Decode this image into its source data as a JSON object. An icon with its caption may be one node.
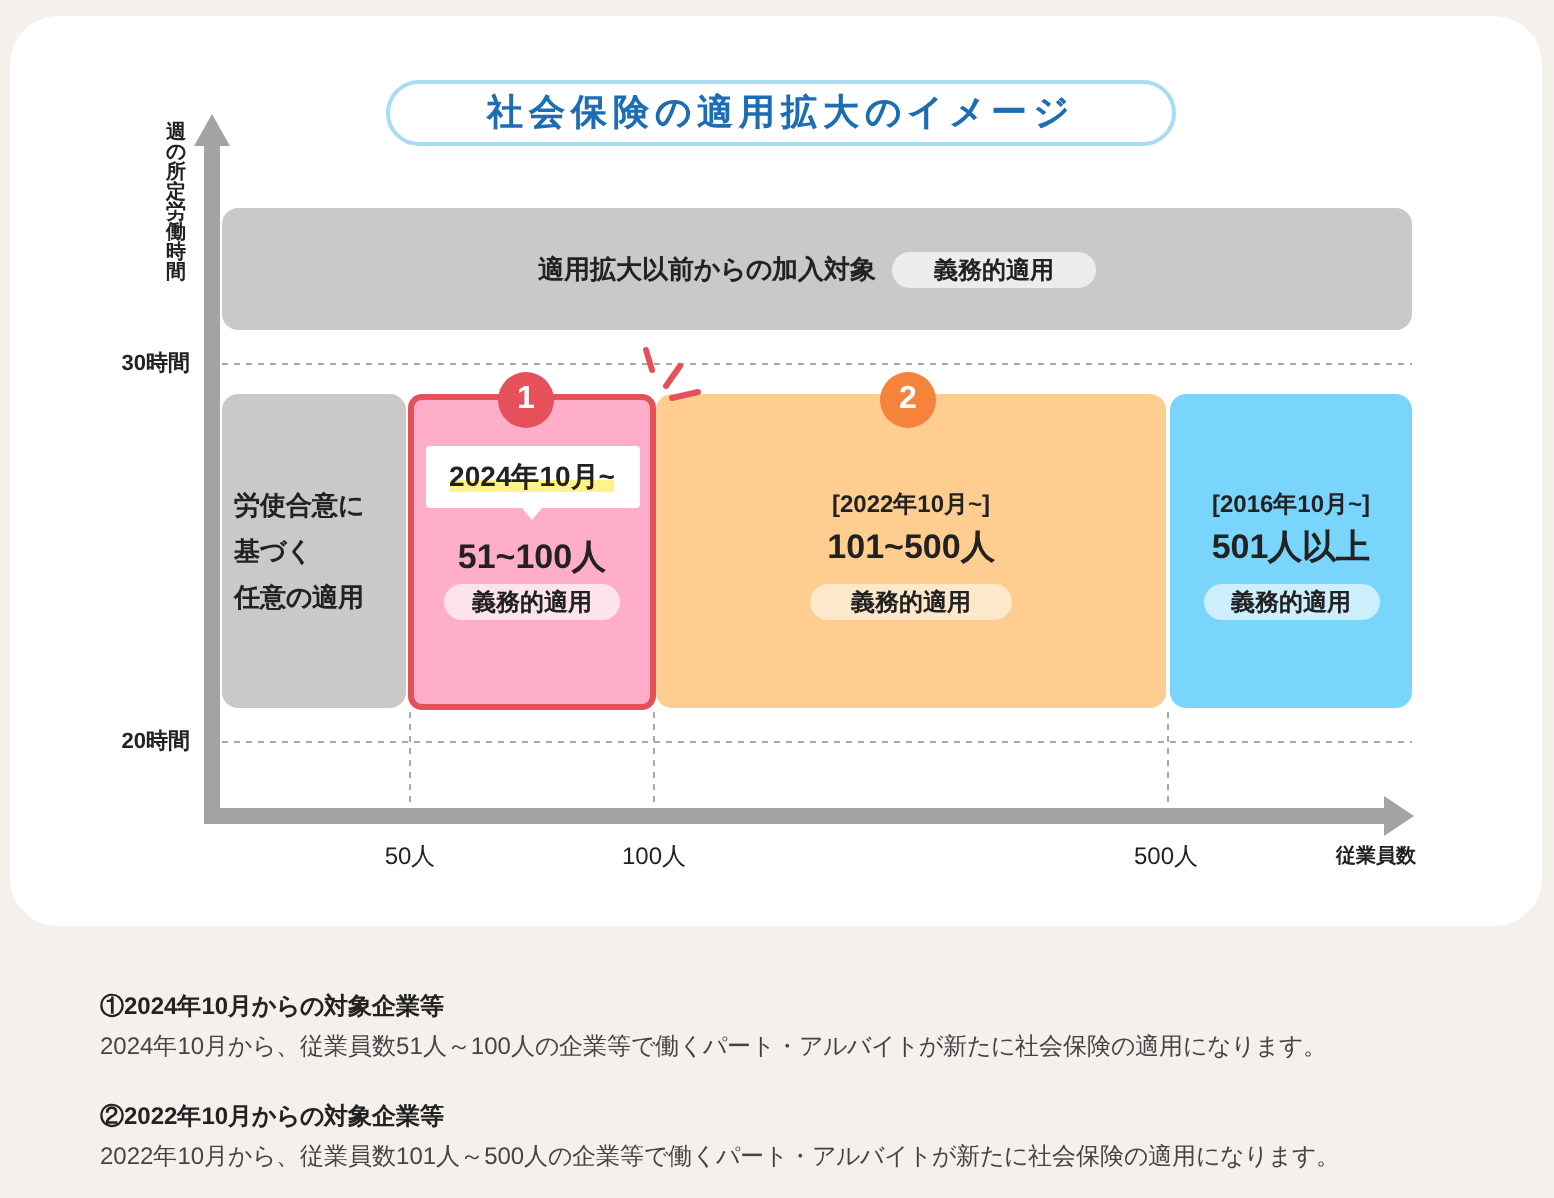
{
  "diagram": {
    "title": "社会保険の適用拡大のイメージ",
    "nodes": [
      {
        "text": [
          "適用拡大以前からの加入対象",
          "義務的適用"
        ]
      },
      {
        "text": [
          "労使合意に基づく任意の適用"
        ]
      },
      {
        "text": [
          "1"
        ]
      },
      {
        "text": [
          "2024年10月~",
          "51~100人",
          "義務的適用"
        ]
      },
      {
        "text": [
          "2"
        ]
      },
      {
        "text": [
          "[2022年10月~]",
          "101~500人",
          "義務的適用"
        ]
      },
      {
        "text": [
          "[2016年10月~]",
          "501人以上",
          "義務的適用"
        ]
      }
    ],
    "labels": [
      "週の所定労働時間",
      "30時間",
      "20時間",
      "50人",
      "100人",
      "500人",
      "従業員数",
      "①2024年10月からの対象企業等",
      "2024年10月から、従業員数51人～100人の企業等で働くパート・アルバイトが新たに社会保険の適用になります。",
      "②2022年10月からの対象企業等",
      "2022年10月から、従業員数101人～500人の企業等で働くパート・アルバイトが新たに社会保険の適用になります。"
    ]
  }
}
